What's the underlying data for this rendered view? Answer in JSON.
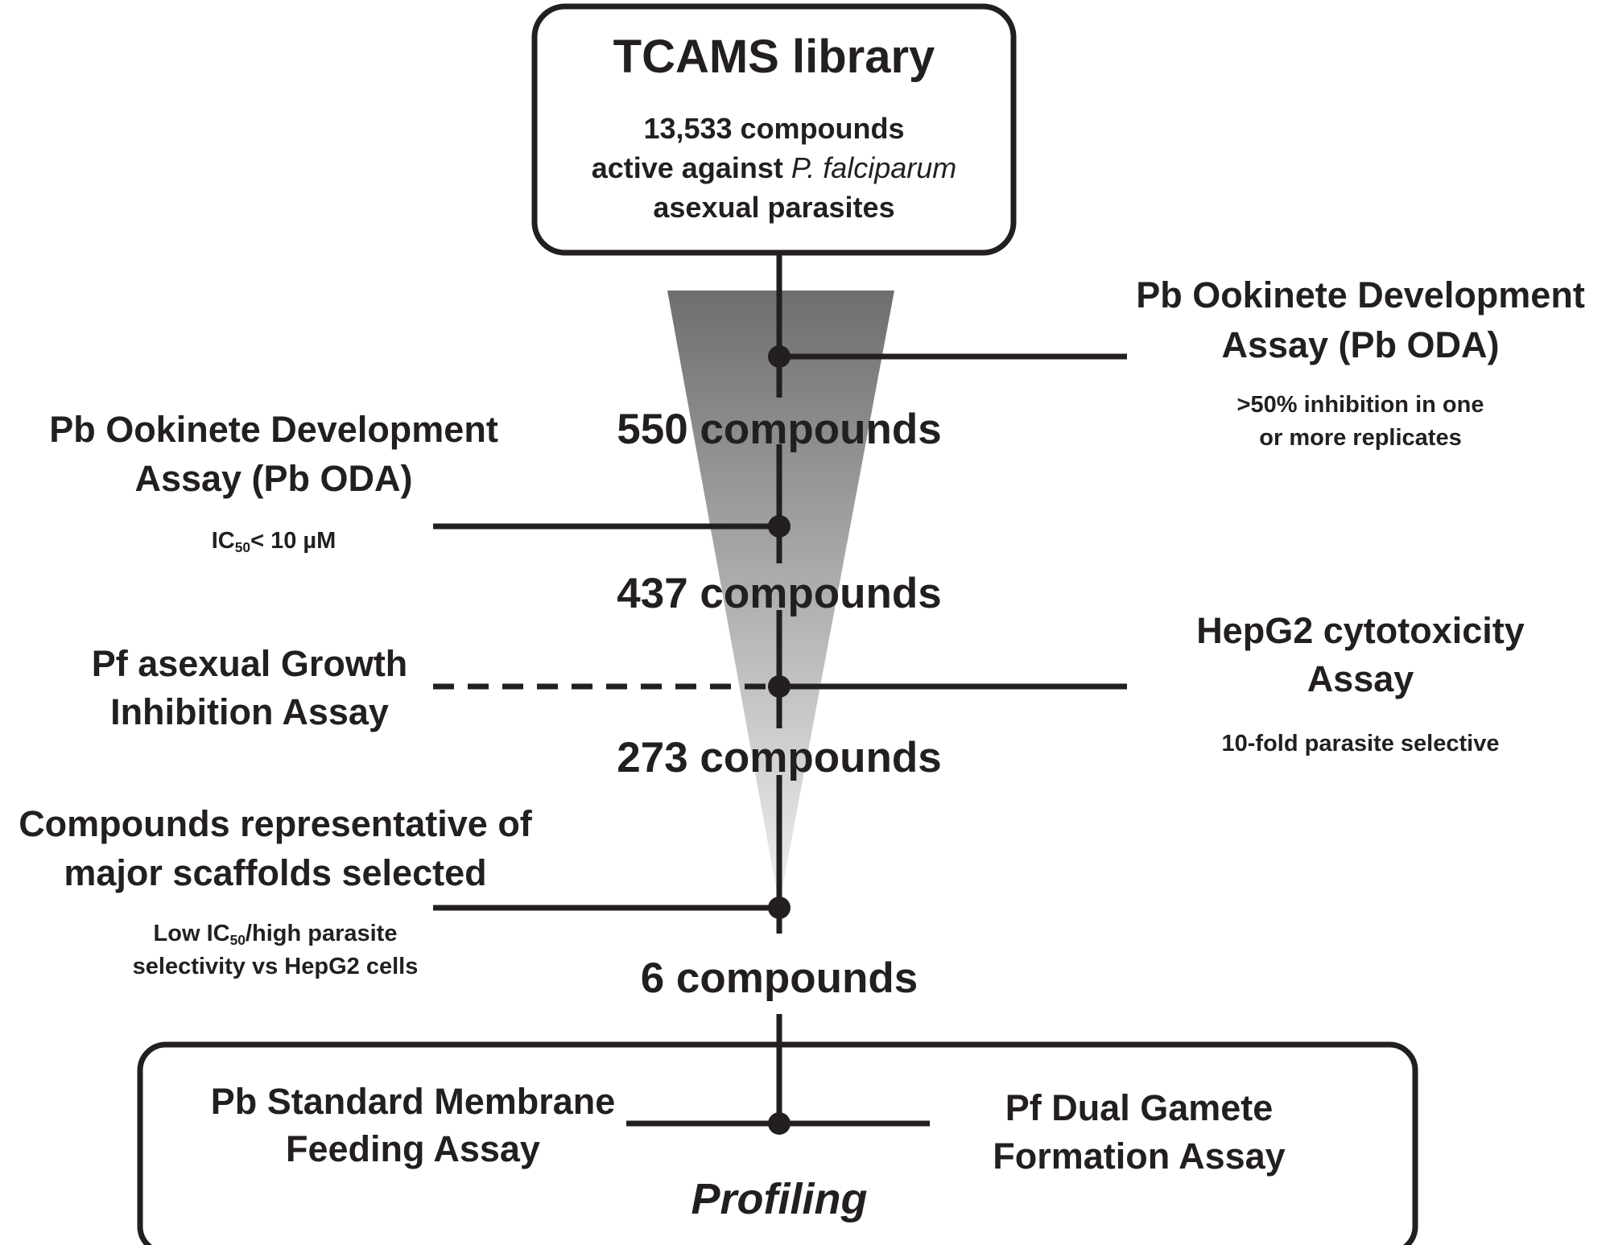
{
  "top_box": {
    "title": "TCAMS library",
    "line1": "13,533 compounds",
    "line2_prefix": "active against ",
    "line2_species": "P. falciparum",
    "line3": "asexual parasites"
  },
  "counts": {
    "c550": "550 compounds",
    "c437": "437 compounds",
    "c273": "273 compounds",
    "c6": "6 compounds"
  },
  "right_labels": {
    "oda_line1": "Pb Ookinete Development",
    "oda_line2": "Assay (Pb ODA)",
    "oda_criterion_line1": ">50% inhibition in one",
    "oda_criterion_line2": "or more replicates",
    "hepg2_line1": "HepG2 cytotoxicity",
    "hepg2_line2": "Assay",
    "hepg2_criterion": "10-fold parasite selective"
  },
  "left_labels": {
    "oda_line1": "Pb Ookinete Development",
    "oda_line2": "Assay (Pb ODA)",
    "ic50_prefix": "IC",
    "ic50_sub": "50",
    "ic50_suffix": "< 10 µM",
    "pf_line1": "Pf asexual Growth",
    "pf_line2": "Inhibition Assay",
    "scaffold_line1": "Compounds representative of",
    "scaffold_line2": "major scaffolds selected",
    "scaffold_crit_prefix": "Low IC",
    "scaffold_crit_sub": "50",
    "scaffold_crit_suffix": "/high parasite",
    "scaffold_crit_line2": "selectivity vs HepG2 cells"
  },
  "bottom_box": {
    "left_line1": "Pb Standard Membrane",
    "left_line2": "Feeding Assay",
    "right_line1": "Pf Dual Gamete",
    "right_line2": "Formation Assay",
    "caption": "Profiling"
  },
  "colors": {
    "ink": "#231f20",
    "funnel_top": "#6d6e70",
    "funnel_bottom": "#f1f1f2"
  }
}
